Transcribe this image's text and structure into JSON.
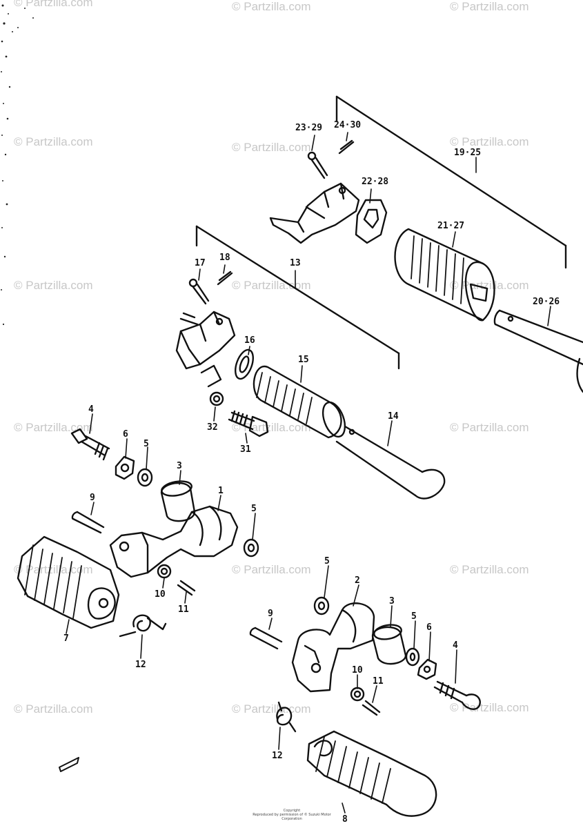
{
  "watermark": "© Partzilla.com",
  "copyright": {
    "line1": "Copyright",
    "line2": "Reproduced by permission of © Suzuki Motor Corporation"
  },
  "callouts": {
    "c1": "1",
    "c2": "2",
    "c3": "3",
    "c3b": "3",
    "c4": "4",
    "c4b": "4",
    "c5": "5",
    "c5b": "5",
    "c5c": "5",
    "c5d": "5",
    "c6": "6",
    "c6b": "6",
    "c7": "7",
    "c8": "8",
    "c9": "9",
    "c9b": "9",
    "c10": "10",
    "c10b": "10",
    "c11": "11",
    "c11b": "11",
    "c12": "12",
    "c12b": "12",
    "c13": "13",
    "c14": "14",
    "c15": "15",
    "c16": "16",
    "c17": "17",
    "c18": "18",
    "c19_25": "19·25",
    "c20_26": "20·26",
    "c21_27": "21·27",
    "c22_28": "22·28",
    "c23_29": "23·29",
    "c24_30": "24·30",
    "c31": "31",
    "c32": "32"
  }
}
